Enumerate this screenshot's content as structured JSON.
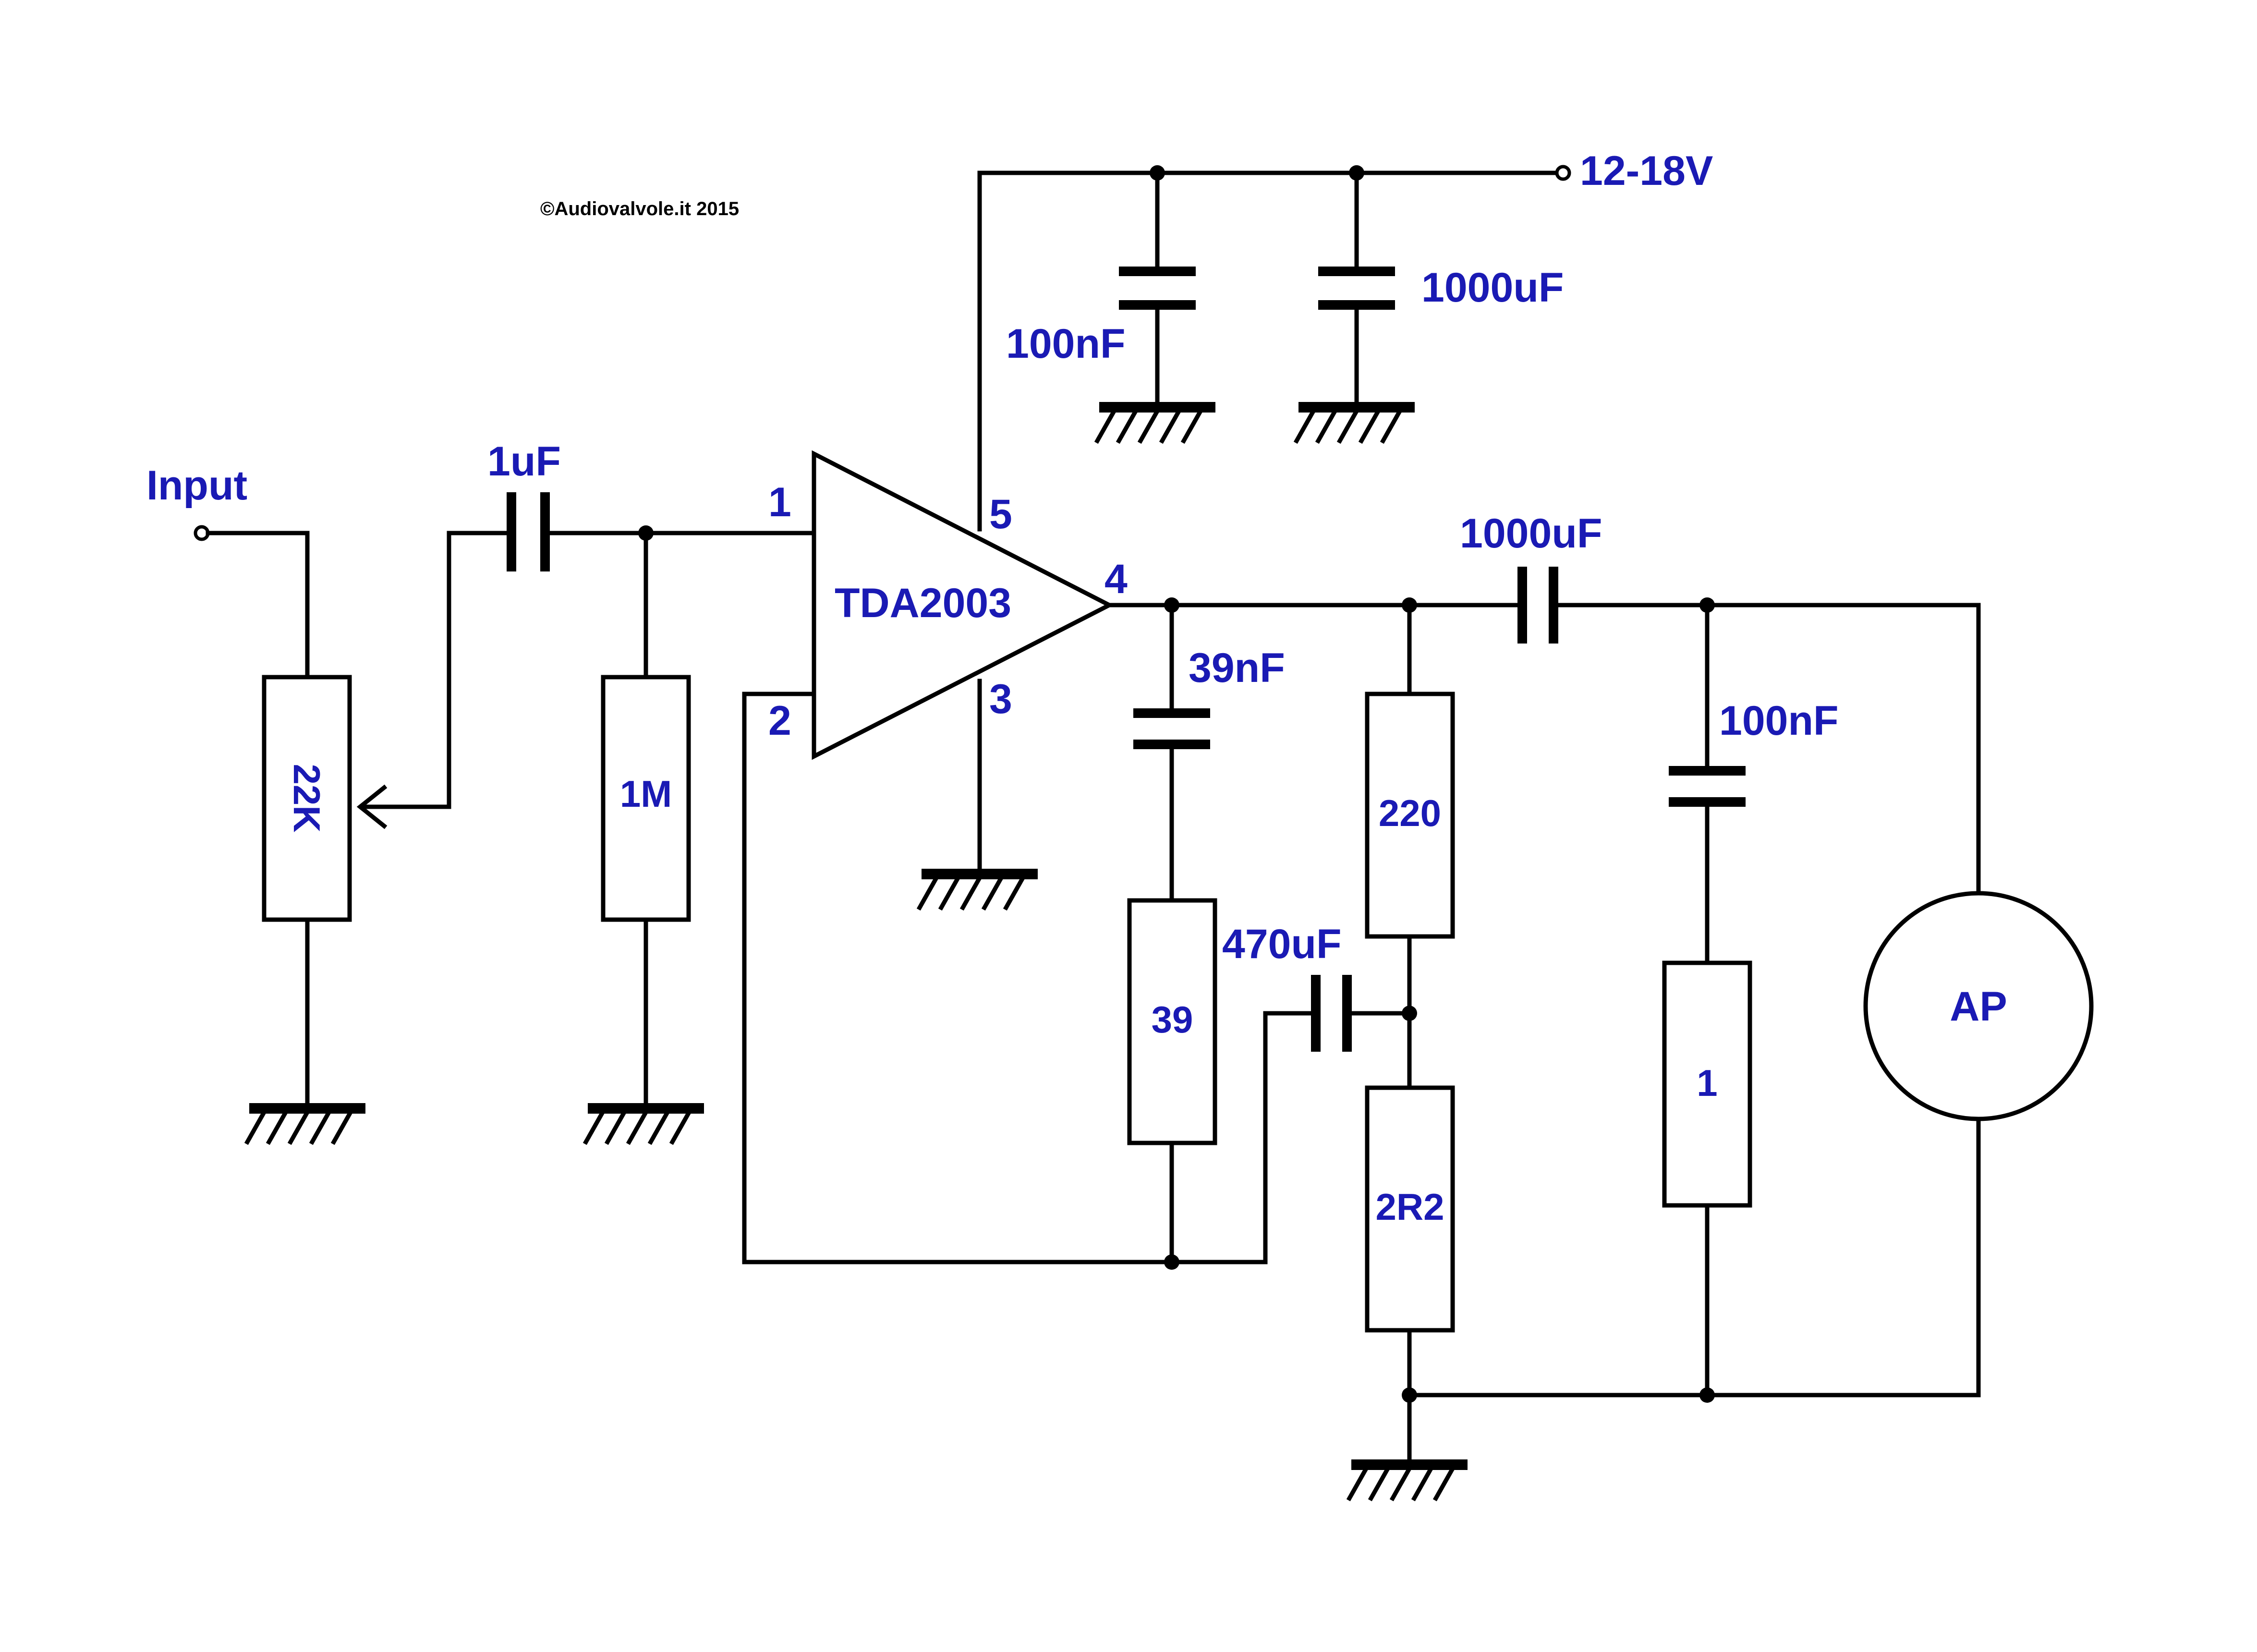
{
  "copyright": "©Audiovalvole.it 2015",
  "input_label": "Input",
  "supply_label": "12-18V",
  "ic": {
    "name": "TDA2003",
    "pin1": "1",
    "pin2": "2",
    "pin3": "3",
    "pin4": "4",
    "pin5": "5"
  },
  "components": {
    "pot": "22K",
    "c_in": "1uF",
    "r_in": "1M",
    "c_sup_small": "100nF",
    "c_sup_big": "1000uF",
    "c_zobel": "39nF",
    "r_zobel": "39",
    "c_fb": "470uF",
    "r_fb_top": "220",
    "r_fb_bot": "2R2",
    "c_out": "1000uF",
    "c_out_zobel": "100nF",
    "r_out_zobel": "1",
    "speaker": "AP"
  },
  "colors": {
    "label": "#1a1ab4",
    "wire": "#000000"
  }
}
